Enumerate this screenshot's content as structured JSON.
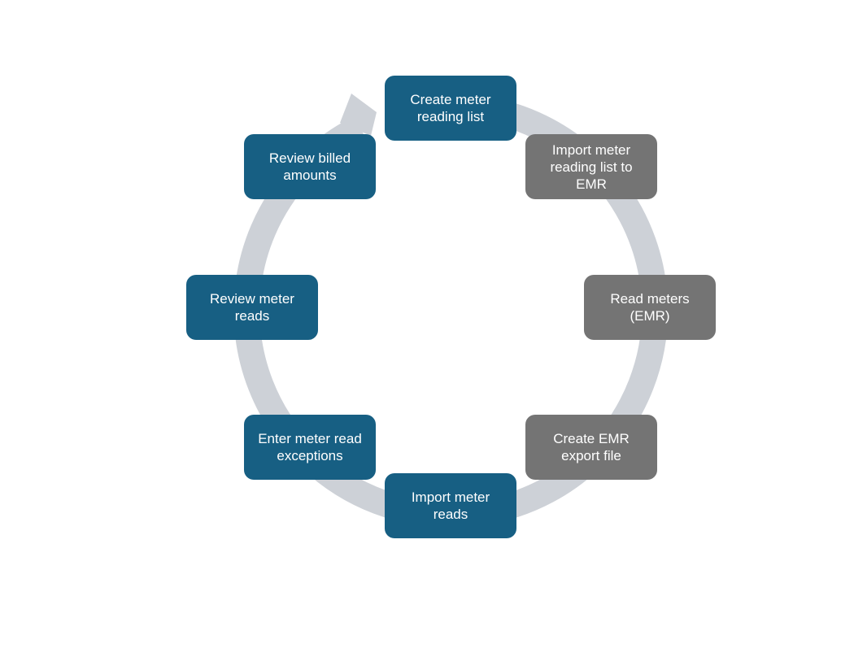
{
  "diagram": {
    "colors": {
      "primary_node": "#175f83",
      "secondary_node": "#747474",
      "ring": "#cdd1d7",
      "text": "#ffffff"
    },
    "steps": [
      {
        "label": "Create meter reading list"
      },
      {
        "label": "Import meter reading list to EMR"
      },
      {
        "label": "Read meters (EMR)"
      },
      {
        "label": "Create EMR export file"
      },
      {
        "label": "Import meter reads"
      },
      {
        "label": "Enter meter read exceptions"
      },
      {
        "label": "Review meter reads"
      },
      {
        "label": "Review billed amounts"
      }
    ]
  }
}
